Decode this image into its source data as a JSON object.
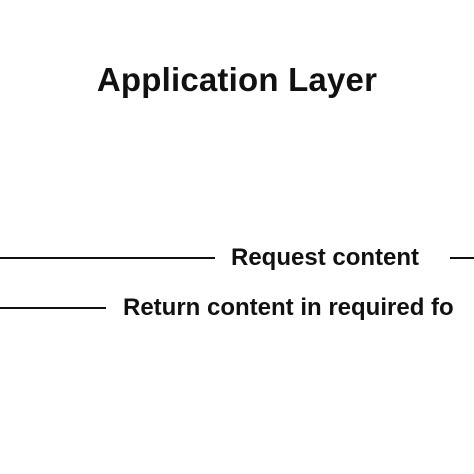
{
  "diagram": {
    "layer_title": "Application Layer",
    "messages": {
      "request": {
        "label": "Request content"
      },
      "response": {
        "label": "Return content in required fo"
      }
    }
  },
  "colors": {
    "background": "#ffffff",
    "ink": "#111111"
  }
}
